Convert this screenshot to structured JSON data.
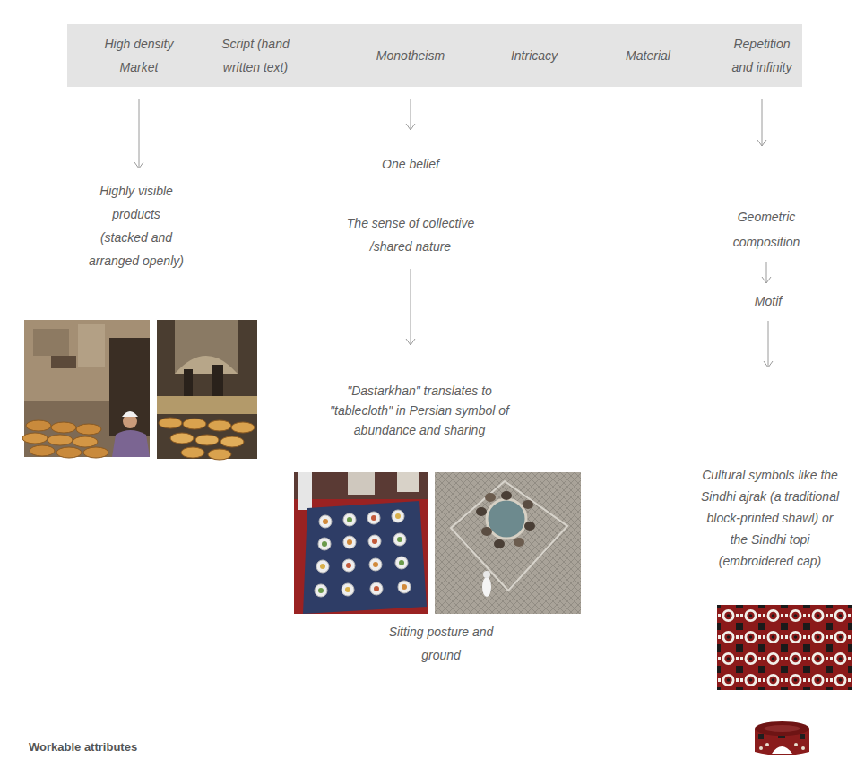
{
  "diagram": {
    "nodes": [
      {
        "text": []
      },
      {
        "text": [
          "High density Market"
        ],
        "in": 0
      },
      {
        "text": [
          "Script (hand written text)"
        ],
        "in": 0
      },
      {
        "text": [
          "Monotheism"
        ],
        "in": 0
      },
      {
        "text": [
          "Intricacy"
        ],
        "in": 0
      },
      {
        "text": [
          "Material"
        ],
        "in": 0
      },
      {
        "text": [
          "Repetition and infinity"
        ],
        "in": 0
      },
      {
        "text": [
          "Highly visible products (stacked and arranged openly)"
        ]
      },
      {
        "text": [
          "One belief",
          "The sense of collective /shared nature"
        ]
      },
      {
        "text": [
          "\"Dastarkhan\" translates to \"tablecloth\" in Persian symbol of abundance and sharing"
        ]
      },
      {
        "text": [
          "Geometric composition"
        ]
      },
      {
        "text": [
          "Motif"
        ]
      },
      {
        "text": [
          "Cultural symbols like the Sindhi ajrak (a traditional block-printed shawl) or the Sindhi topi (embroidered cap)"
        ]
      }
    ],
    "edges": [
      {
        "from": 1,
        "to": 7,
        "arrow": "to"
      },
      {
        "from": 3,
        "to": 8,
        "arrow": "to"
      },
      {
        "from": 8,
        "to": 9,
        "arrow": "to"
      },
      {
        "from": 6,
        "to": 10,
        "arrow": "to"
      },
      {
        "from": 10,
        "to": 11,
        "arrow": "to"
      },
      {
        "from": 11,
        "to": 12,
        "arrow": "to"
      }
    ],
    "labels": [
      "Sitting posture and ground",
      "Workable attributes"
    ]
  }
}
